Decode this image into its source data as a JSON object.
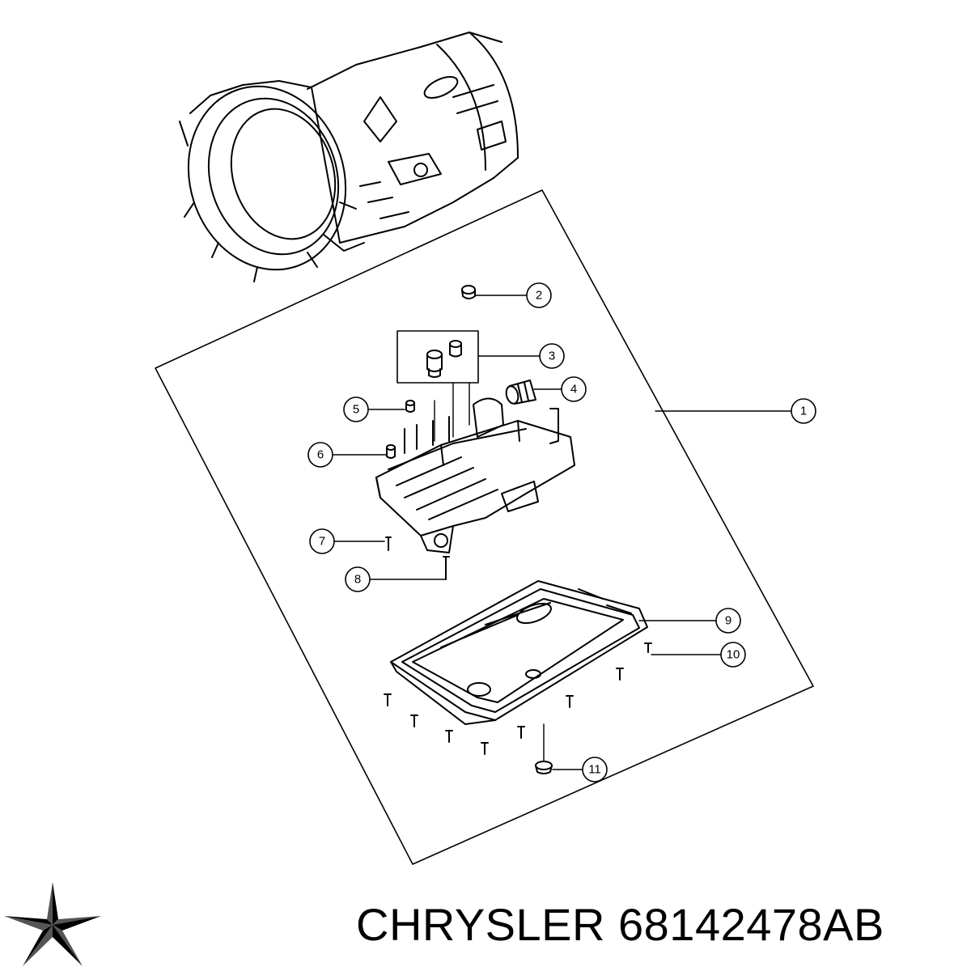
{
  "callouts": [
    {
      "label": "1"
    },
    {
      "label": "2"
    },
    {
      "label": "3"
    },
    {
      "label": "4"
    },
    {
      "label": "5"
    },
    {
      "label": "6"
    },
    {
      "label": "7"
    },
    {
      "label": "8"
    },
    {
      "label": "9"
    },
    {
      "label": "10"
    },
    {
      "label": "11"
    }
  ],
  "caption": {
    "brand": "CHRYSLER",
    "part_number": "68142478AB"
  },
  "logo": {
    "icon": "pentastar-logo-icon"
  },
  "colors": {
    "ink": "#000000",
    "background": "#ffffff"
  }
}
